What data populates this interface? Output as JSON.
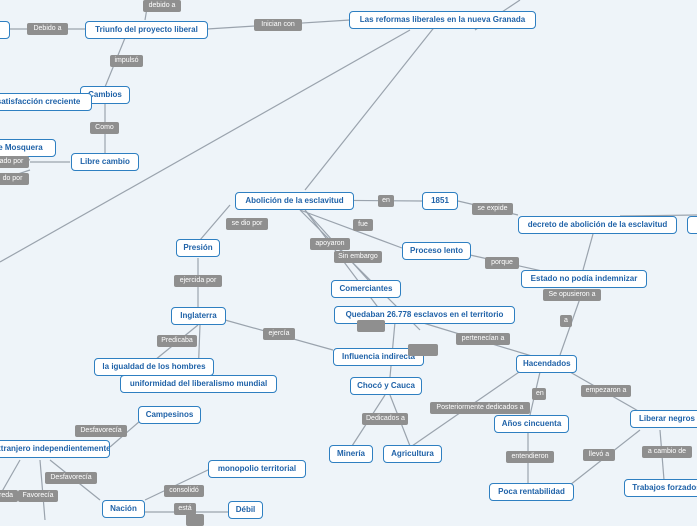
{
  "background": "#eef4f9",
  "colors": {
    "node_border": "#2e7fc1",
    "node_text": "#1f62a8",
    "label_bg": "#8f8f8f",
    "edge": "#9aa3ad"
  },
  "nodes": {
    "n_reformas": "Las reformas liberales en la nueva Granada",
    "n_triunfo": "Triunfo del proyecto liberal",
    "n_cambios": "Cambios",
    "n_insatisfaccion": "Insatisfacción creciente",
    "n_mosquera": "de Mosquera",
    "n_librecambio": "Libre cambio",
    "n_abolicion": "Abolición de la esclavitud",
    "n_1851": "1851",
    "n_decreto": "decreto de abolición de la esclavitud",
    "n_presion": "Presión",
    "n_proceso": "Proceso lento",
    "n_estado": "Estado no podía indemnizar",
    "n_comerciantes": "Comerciantes",
    "n_quedaban": "Quedaban 26.778 esclavos en el territorio",
    "n_inglaterra": "Inglaterra",
    "n_influencia": "Influencia indirecta",
    "n_igualdad": "la igualdad de los hombres",
    "n_uniformidad": "uniformidad del liberalismo mundial",
    "n_choco": "Chocó y Cauca",
    "n_hacendados": "Hacendados",
    "n_campesinos": "Campesinos",
    "n_liberar": "Liberar negros",
    "n_independiente": "Extranjero independientemente",
    "n_anios": "Años cincuenta",
    "n_mineria": "Minería",
    "n_agricultura": "Agricultura",
    "n_monopolio": "monopolio territorial",
    "n_trabajos": "Trabajos forzados",
    "n_nacion": "Nación",
    "n_debil": "Débil",
    "n_poca": "Poca rentabilidad"
  },
  "labels": {
    "l_debido_top": "debido a",
    "l_debido": "Debido a",
    "l_inician": "Inician con",
    "l_impulso": "impulsó",
    "l_como": "Como",
    "l_porA": "ado por",
    "l_porB": "do por",
    "l_en1": "en",
    "l_sedio": "se dio por",
    "l_fue": "fue",
    "l_seexpide": "se expide",
    "l_apoyaron": "apoyaron",
    "l_sinembargo": "Sin embargo",
    "l_porque": "porque",
    "l_ejercida": "ejercida por",
    "l_seupusieron": "Se opusieron a",
    "l_a": "a",
    "l_predicaba": "Predicaba",
    "l_ejercia": "ejercía",
    "l_pertenecian": "pertenecían a",
    "l_dedicados": "Dedicados a",
    "l_posteriormente": "Posteriormente dedicados a",
    "l_en2": "en",
    "l_empezaron": "empezaron a",
    "l_desfavorecia1": "Desfavorecía",
    "l_desfavorecia2": "Desfavorecía",
    "l_favorecia": "Favorecía",
    "l_reda": "reda",
    "l_entendieron": "entendieron",
    "l_llevo": "llevó a",
    "l_acambio": "a cambio de",
    "l_consolido": "consolidó",
    "l_esta": "está"
  }
}
